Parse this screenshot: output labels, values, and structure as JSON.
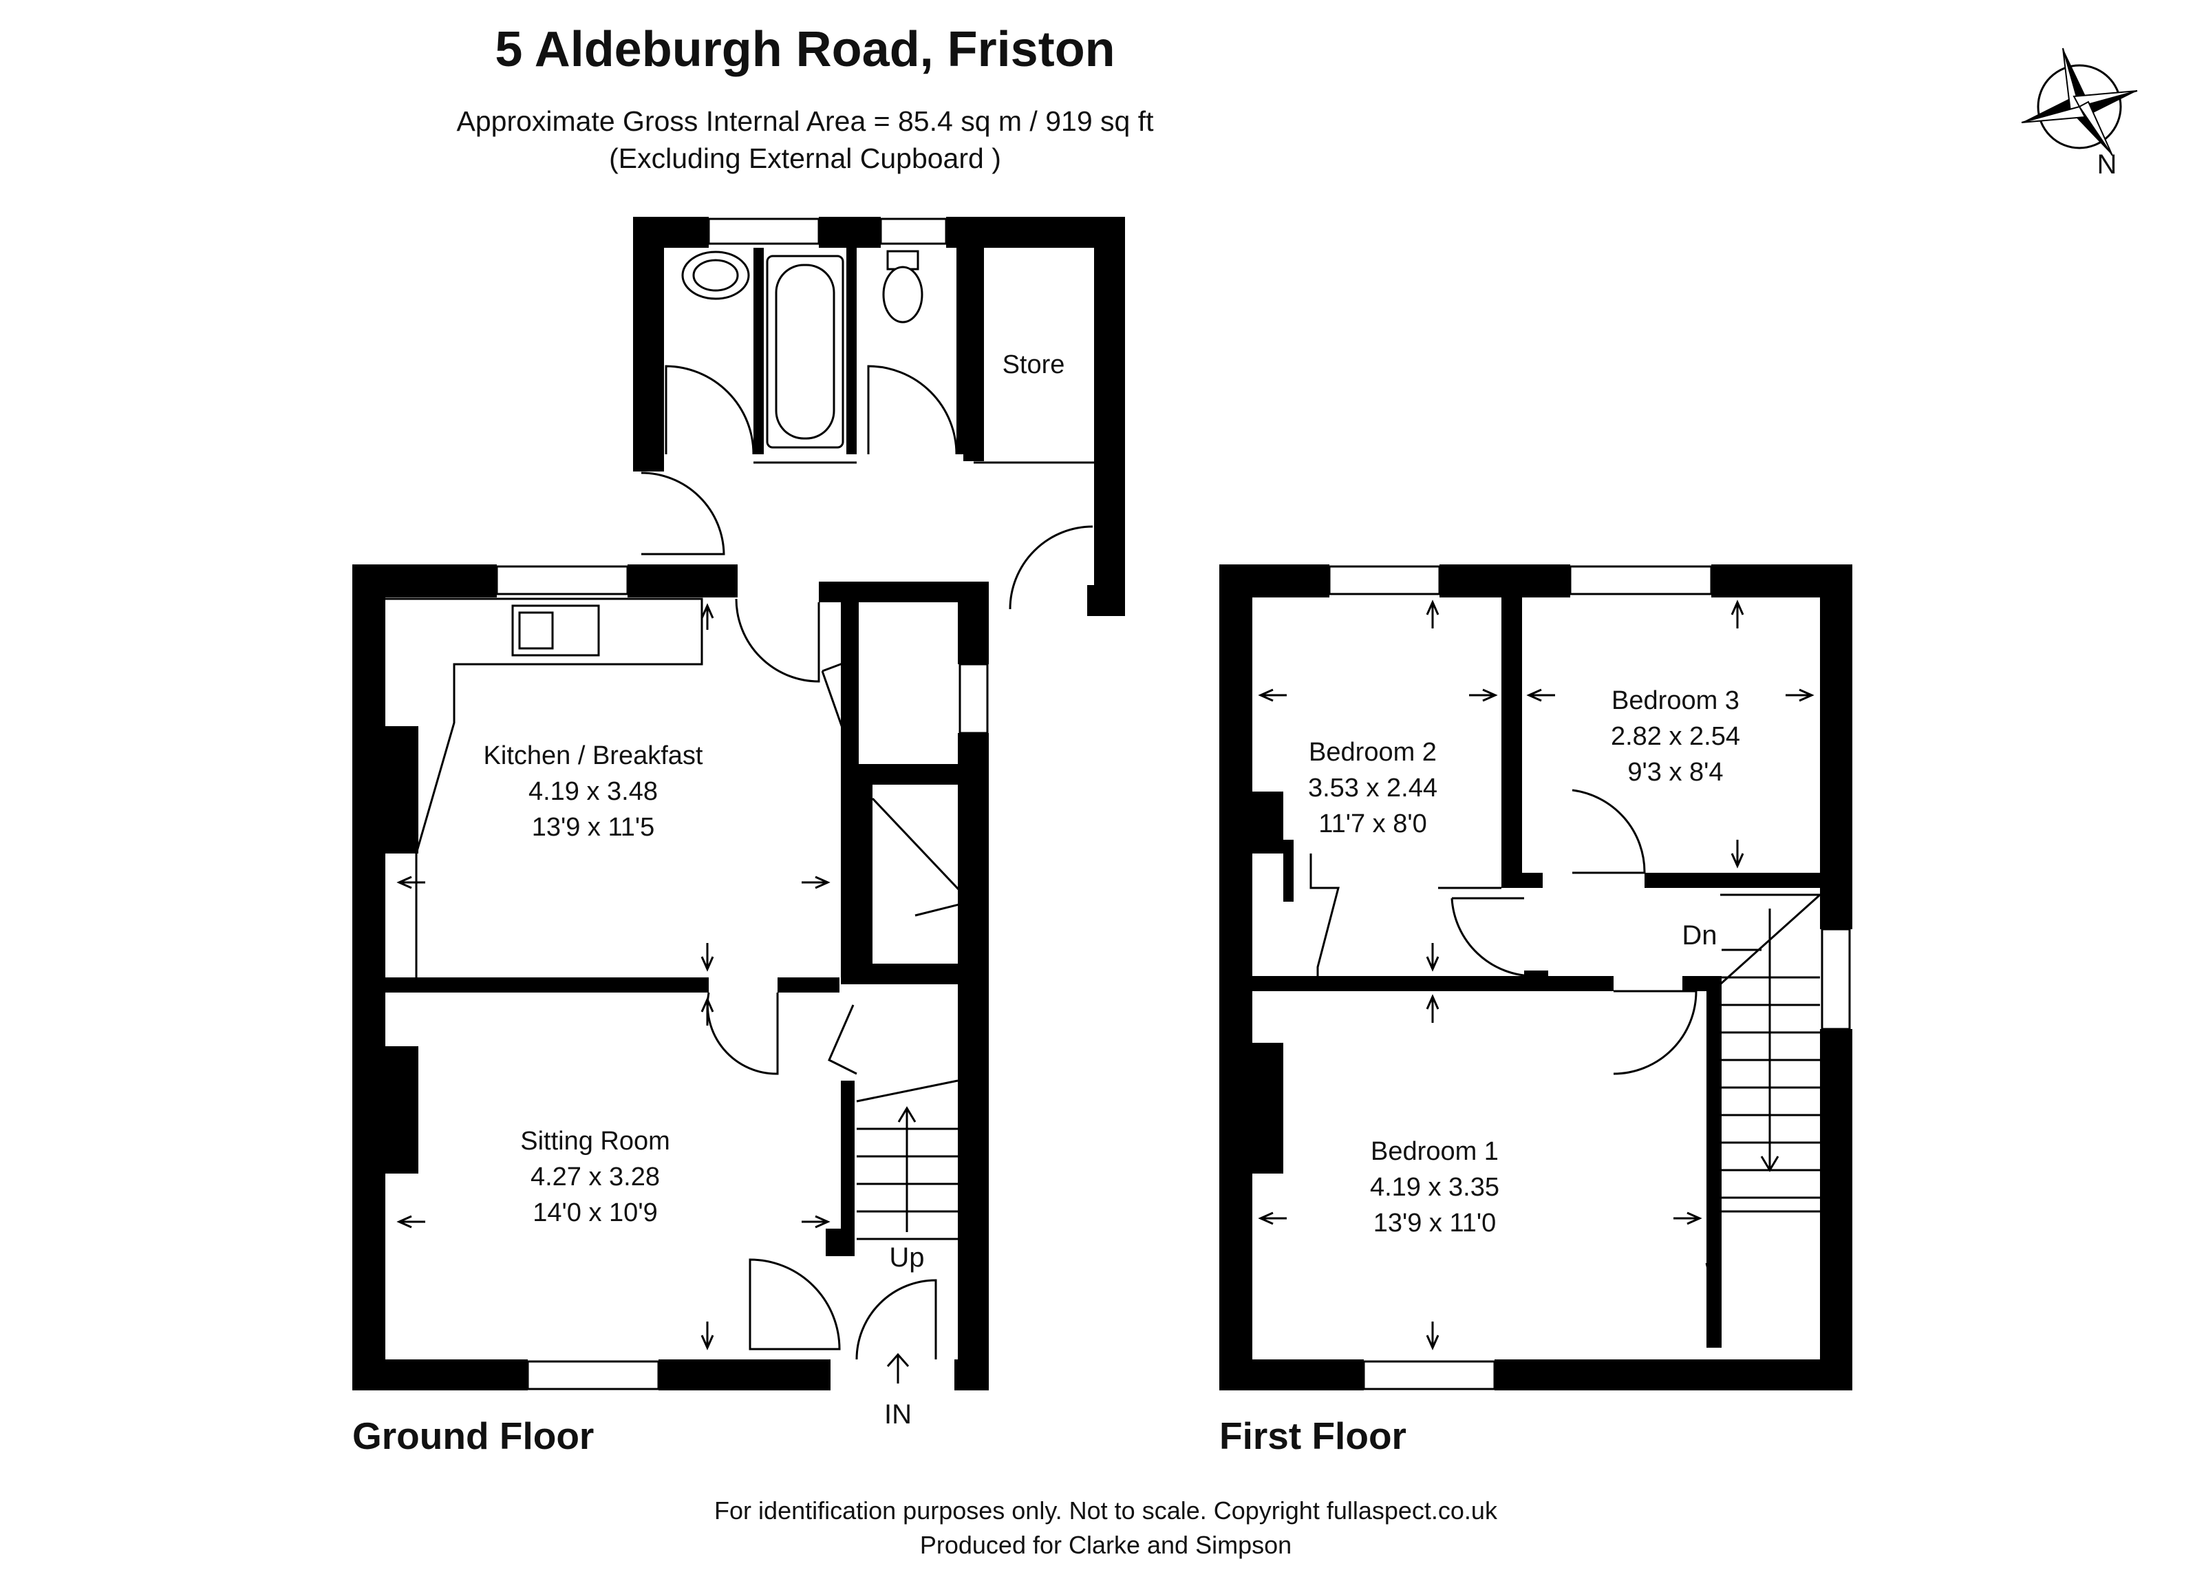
{
  "header": {
    "title": "5 Aldeburgh Road, Friston",
    "area_line": "Approximate Gross Internal Area = 85.4 sq m / 919 sq ft",
    "area_note": "(Excluding External Cupboard )"
  },
  "compass": {
    "label": "N"
  },
  "ground_floor": {
    "label": "Ground Floor",
    "entrance": "IN",
    "stairs": "Up",
    "rooms": {
      "kitchen": {
        "name": "Kitchen / Breakfast",
        "metric": "4.19 x 3.48",
        "imperial": "13'9 x 11'5"
      },
      "sitting": {
        "name": "Sitting Room",
        "metric": "4.27 x 3.28",
        "imperial": "14'0 x 10'9"
      },
      "store": {
        "name": "Store"
      }
    }
  },
  "first_floor": {
    "label": "First Floor",
    "stairs": "Dn",
    "rooms": {
      "bedroom1": {
        "name": "Bedroom 1",
        "metric": "4.19 x 3.35",
        "imperial": "13'9 x 11'0"
      },
      "bedroom2": {
        "name": "Bedroom 2",
        "metric": "3.53 x 2.44",
        "imperial": "11'7 x 8'0"
      },
      "bedroom3": {
        "name": "Bedroom 3",
        "metric": "2.82 x 2.54",
        "imperial": "9'3 x 8'4"
      }
    }
  },
  "footer": {
    "line1": "For identification purposes only. Not to scale. Copyright fullaspect.co.uk",
    "line2": "Produced for Clarke and Simpson"
  }
}
